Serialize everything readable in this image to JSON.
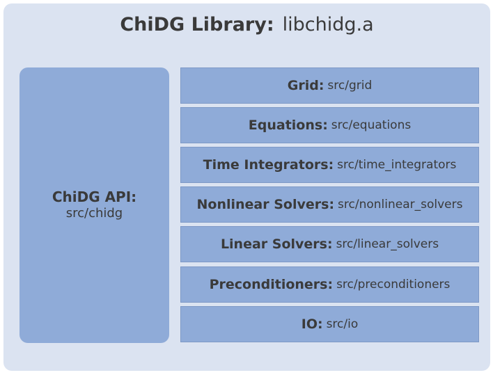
{
  "title": {
    "bold": "ChiDG Library:",
    "normal": "libchidg.a"
  },
  "api": {
    "label": "ChiDG API:",
    "path": "src/chidg"
  },
  "modules": [
    {
      "label": "Grid:",
      "path": "src/grid"
    },
    {
      "label": "Equations:",
      "path": "src/equations"
    },
    {
      "label": "Time Integrators:",
      "path": "src/time_integrators"
    },
    {
      "label": "Nonlinear Solvers:",
      "path": "src/nonlinear_solvers"
    },
    {
      "label": "Linear Solvers:",
      "path": "src/linear_solvers"
    },
    {
      "label": "Preconditioners:",
      "path": "src/preconditioners"
    },
    {
      "label": "IO:",
      "path": "src/io"
    }
  ],
  "colors": {
    "background": "#dbe3f1",
    "box": "#8fabd8",
    "text": "#3a3a3a"
  }
}
